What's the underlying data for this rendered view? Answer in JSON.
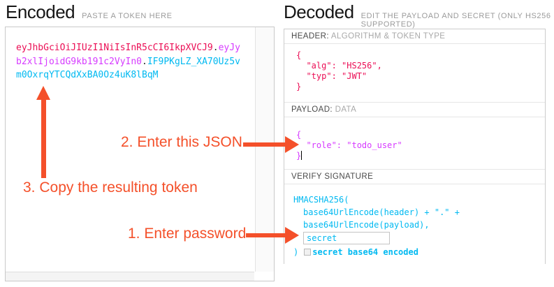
{
  "colors": {
    "annotation": "#f4502a",
    "token_header": "#eb0e55",
    "token_payload": "#d63aff",
    "token_signature": "#00b9f1"
  },
  "encoded": {
    "title": "Encoded",
    "subtitle": "PASTE A TOKEN HERE",
    "token": {
      "header": "eyJhbGciOiJIUzI1NiIsInR5cCI6IkpXVCJ9",
      "dot1": ".",
      "payload": "eyJyb2xlIjoidG9kb191c2VyIn0",
      "dot2": ".",
      "signature": "IF9PKgLZ_XA70Uz5vm0OxrqYTCQdXxBA0Oz4uK8lBqM"
    }
  },
  "decoded": {
    "title": "Decoded",
    "subtitle": "EDIT THE PAYLOAD AND SECRET (ONLY HS256 SUPPORTED)",
    "header_section": {
      "label": "HEADER:",
      "note": "ALGORITHM & TOKEN TYPE",
      "json_lines": [
        "{",
        "  \"alg\": \"HS256\",",
        "  \"typ\": \"JWT\"",
        "}"
      ]
    },
    "payload_section": {
      "label": "PAYLOAD:",
      "note": "DATA",
      "json_lines": [
        "{",
        "  \"role\": \"todo_user\"",
        "}"
      ]
    },
    "signature_section": {
      "label": "VERIFY SIGNATURE",
      "code_line1": "HMACSHA256(",
      "code_line2": "base64UrlEncode(header) + \".\" +",
      "code_line3": "base64UrlEncode(payload),",
      "secret_value": "secret",
      "close_paren": ")",
      "checkbox_label": "secret base64 encoded"
    }
  },
  "annotations": {
    "step1": "1. Enter password",
    "step2": "2. Enter this JSON",
    "step3": "3. Copy the resulting token"
  }
}
